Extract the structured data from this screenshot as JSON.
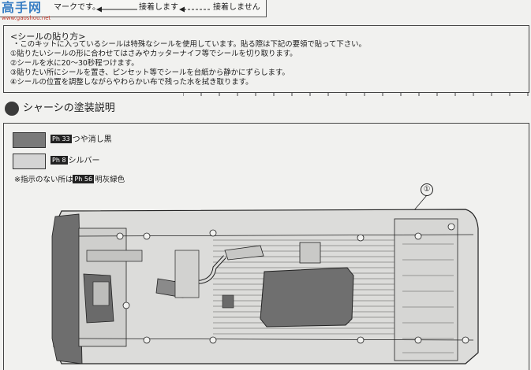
{
  "watermark": {
    "logo": "高手网",
    "url": "www.gaoshou.net"
  },
  "legend": {
    "mark_text": "マークです。",
    "glue_label": "接着します",
    "no_glue_label": "接着しません"
  },
  "sticker": {
    "title": "<シールの貼り方>",
    "lines": [
      "・このキットに入っているシールは特殊なシールを使用しています。貼る際は下記の要領で貼って下さい。",
      "①貼りたいシールの形に合わせてはさみやカッターナイフ等でシールを切り取ります。",
      "②シールを水に20～30秒程つけます。",
      "③貼りたい所にシールを置き、ピンセット等でシールを台紙から静かにずらします。",
      "④シールの位置を調整しながらやわらかい布で残った水を拭き取ります。"
    ]
  },
  "section": {
    "title": "シャーシの塗装説明"
  },
  "paints": [
    {
      "code": "33",
      "name": "つや消し黒",
      "color": "#7a7a7a"
    },
    {
      "code": "8",
      "name": "シルバー",
      "color": "#d4d4d4"
    }
  ],
  "paint_prefix": "Ph",
  "note": {
    "prefix": "※指示のない所は",
    "code": "56",
    "name": "明灰緑色"
  },
  "callout": {
    "number": "①"
  }
}
